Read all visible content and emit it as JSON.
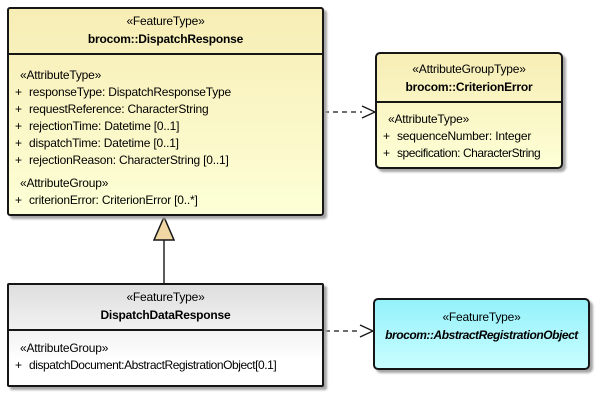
{
  "diagram": {
    "kind": "uml-class-diagram",
    "colors": {
      "class_fill_yellow": "#f9f0bc",
      "class_fill_gray": "#e8e8e8",
      "class_fill_cyan": "#a5f6ff",
      "border": "#161616",
      "generalization_triangle_fill": "#f0d7a4",
      "shadow": "#a6a6a6"
    },
    "classes": [
      {
        "stereotype": "«FeatureType»",
        "name": "brocom::DispatchResponse",
        "sections": [
          {
            "label": "«AttributeType»",
            "attributes": [
              {
                "vis": "+",
                "text": "responseType: DispatchResponseType"
              },
              {
                "vis": "+",
                "text": "requestReference: CharacterString"
              },
              {
                "vis": "+",
                "text": "rejectionTime: Datetime [0..1]"
              },
              {
                "vis": "+",
                "text": "dispatchTime: Datetime [0..1]"
              },
              {
                "vis": "+",
                "text": "rejectionReason: CharacterString [0..1]"
              }
            ]
          },
          {
            "label": "«AttributeGroup»",
            "attributes": [
              {
                "vis": "+",
                "text": "criterionError: CriterionError [0..*]"
              }
            ]
          }
        ]
      },
      {
        "stereotype": "«AttributeGroupType»",
        "name": "brocom::CriterionError",
        "sections": [
          {
            "label": "«AttributeType»",
            "attributes": [
              {
                "vis": "+",
                "text": "sequenceNumber: Integer"
              },
              {
                "vis": "+",
                "text": "specification: CharacterString"
              }
            ]
          }
        ]
      },
      {
        "stereotype": "«FeatureType»",
        "name": "DispatchDataResponse",
        "sections": [
          {
            "label": "«AttributeGroup»",
            "attributes": [
              {
                "vis": "+",
                "text": "dispatchDocument:AbstractRegistrationObject[0.1]"
              }
            ]
          }
        ]
      },
      {
        "stereotype": "«FeatureType»",
        "name": "brocom::AbstractRegistrationObject",
        "abstract": true
      }
    ],
    "connectors": [
      {
        "type": "generalization",
        "from": "DispatchDataResponse",
        "to": "brocom::DispatchResponse"
      },
      {
        "type": "dependency-dashed-open-arrow",
        "from": "brocom::DispatchResponse",
        "to": "brocom::CriterionError"
      },
      {
        "type": "dependency-dashed-open-arrow",
        "from": "DispatchDataResponse",
        "to": "brocom::AbstractRegistrationObject"
      }
    ]
  }
}
